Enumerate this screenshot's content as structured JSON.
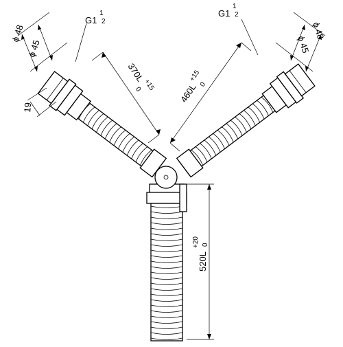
{
  "dimensions": {
    "left_thread": {
      "main": "G1",
      "frac_num": "1",
      "frac_den": "2"
    },
    "right_thread": {
      "main": "G1",
      "frac_num": "1",
      "frac_den": "2"
    },
    "left_outer_dia": "ϕ 48",
    "left_inner_dia": "ϕ 45",
    "right_outer_dia": "ϕ 48",
    "right_inner_dia": "ϕ 45",
    "left_nut_length": "19",
    "left_hose_length": {
      "main": "370L",
      "upper": "+15",
      "lower": "0"
    },
    "right_hose_length": {
      "main": "460L",
      "upper": "+15",
      "lower": "0"
    },
    "bottom_hose_length": {
      "main": "520L",
      "upper": "+20",
      "lower": "0"
    }
  }
}
